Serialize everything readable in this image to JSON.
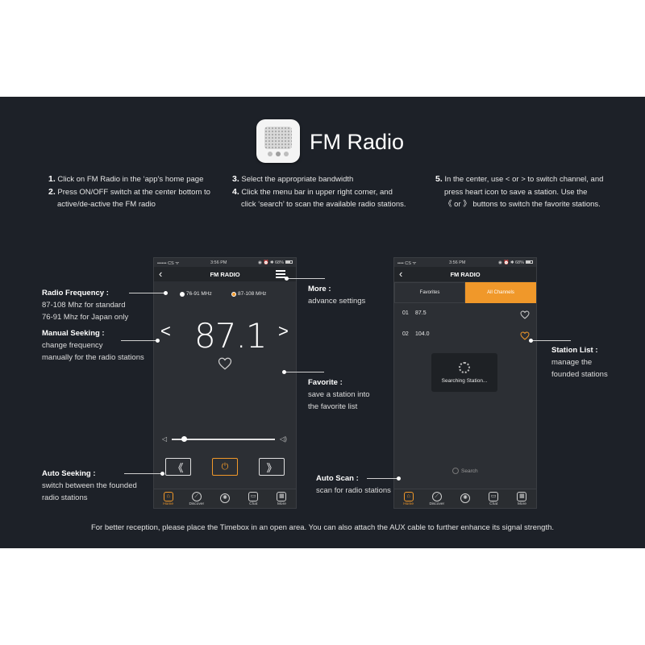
{
  "header": {
    "title": "FM Radio"
  },
  "steps": {
    "col1": [
      {
        "num": "1.",
        "text": "Click on FM Radio in the ‘app’s home page"
      },
      {
        "num": "2.",
        "text": "Press ON/OFF switch at the center bottom to"
      },
      {
        "num": "",
        "text": "active/de-active the FM radio"
      }
    ],
    "col2": [
      {
        "num": "3.",
        "text": "Select the appropriate bandwidth"
      },
      {
        "num": "4.",
        "text": "Click the menu bar in upper right corner, and"
      },
      {
        "num": "",
        "text": "click ‘search’ to scan the available radio stations."
      }
    ],
    "col3": [
      {
        "num": "5.",
        "text": "In the center, use < or > to switch channel, and"
      },
      {
        "num": "",
        "text": "press heart icon to save a station. Use the"
      },
      {
        "num": "",
        "text": "《 or 》 buttons to switch the favorite stations."
      }
    ]
  },
  "phone1": {
    "status": {
      "carrier": "•••••• CS ᯤ",
      "time": "3:56 PM",
      "battery": "◉ ⏰ ✱ 68%"
    },
    "nav_title": "FM RADIO",
    "band_a": "76-91 MHz",
    "band_b": "87-108 MHz",
    "frequency": "87.1",
    "prev": "<",
    "next": ">",
    "seek_back": "《",
    "seek_fwd": "》",
    "power": "⏻",
    "volume_level": 0.12
  },
  "phone2": {
    "status": {
      "carrier": "•••• CS ᯤ",
      "time": "3:56 PM",
      "battery": "◉ ⏰ ✱ 68%"
    },
    "nav_title": "FM RADIO",
    "tab_favorites": "Favorites",
    "tab_all": "All Channels",
    "stations": [
      {
        "num": "01",
        "freq": "87.5"
      },
      {
        "num": "02",
        "freq": "104.0"
      }
    ],
    "toast": "Searching Station...",
    "search": "Search"
  },
  "tabbar": [
    {
      "label": "Home",
      "icon": "home-icon",
      "glyph": "⌂"
    },
    {
      "label": "Discover",
      "icon": "compass-icon",
      "glyph": "⟋"
    },
    {
      "label": "",
      "icon": "sun-icon",
      "glyph": "✺"
    },
    {
      "label": "Chat",
      "icon": "chat-icon",
      "glyph": "▭"
    },
    {
      "label": "More",
      "icon": "grid-icon",
      "glyph": "▦"
    }
  ],
  "callouts": {
    "radio_frequency": {
      "title": "Radio Frequency :",
      "l1": "87-108 Mhz for standard",
      "l2": "76-91 Mhz for Japan only"
    },
    "manual_seeking": {
      "title": "Manual Seeking :",
      "l1": "change frequency",
      "l2": "manually for the radio stations"
    },
    "auto_seeking": {
      "title": "Auto Seeking :",
      "l1": "switch between the founded",
      "l2": "radio stations"
    },
    "more": {
      "title": "More :",
      "l1": "advance settings"
    },
    "favorite": {
      "title": "Favorite :",
      "l1": "save a station into",
      "l2": "the favorite list"
    },
    "auto_scan": {
      "title": "Auto Scan :",
      "l1": "scan for radio stations"
    },
    "station_list": {
      "title": "Station List :",
      "l1": "manage the",
      "l2": "founded stations"
    }
  },
  "footer": "For better reception, please place the Timebox in an open area. You can also attach the AUX cable to further enhance its signal strength.",
  "colors": {
    "accent": "#f0982a",
    "panel": "#1d2128",
    "phone": "#2c2f34"
  }
}
